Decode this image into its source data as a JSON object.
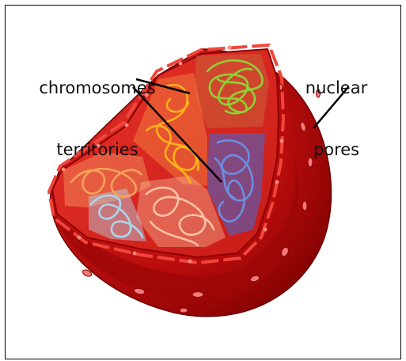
{
  "labels": {
    "territories_line1": "chromosomes",
    "territories_line2": "territories",
    "pores_line1": "nuclear",
    "pores_line2": "pores"
  },
  "colors": {
    "envelope_dark": "#8e0000",
    "envelope_mid": "#c00d0d",
    "envelope_light": "#e23a32",
    "interior": "#d9261f",
    "pore": "#f07a7a",
    "chromosome_green": "#8fd135",
    "chromosome_orange": "#ffb21a",
    "chromosome_blue": "#6b8ee0",
    "chromosome_peach": "#f7b37a",
    "chromosome_lightblue": "#a9d6ec",
    "chromosome_pink": "#ffc2a6"
  },
  "icons": [
    "cell-nucleus-cutaway"
  ]
}
